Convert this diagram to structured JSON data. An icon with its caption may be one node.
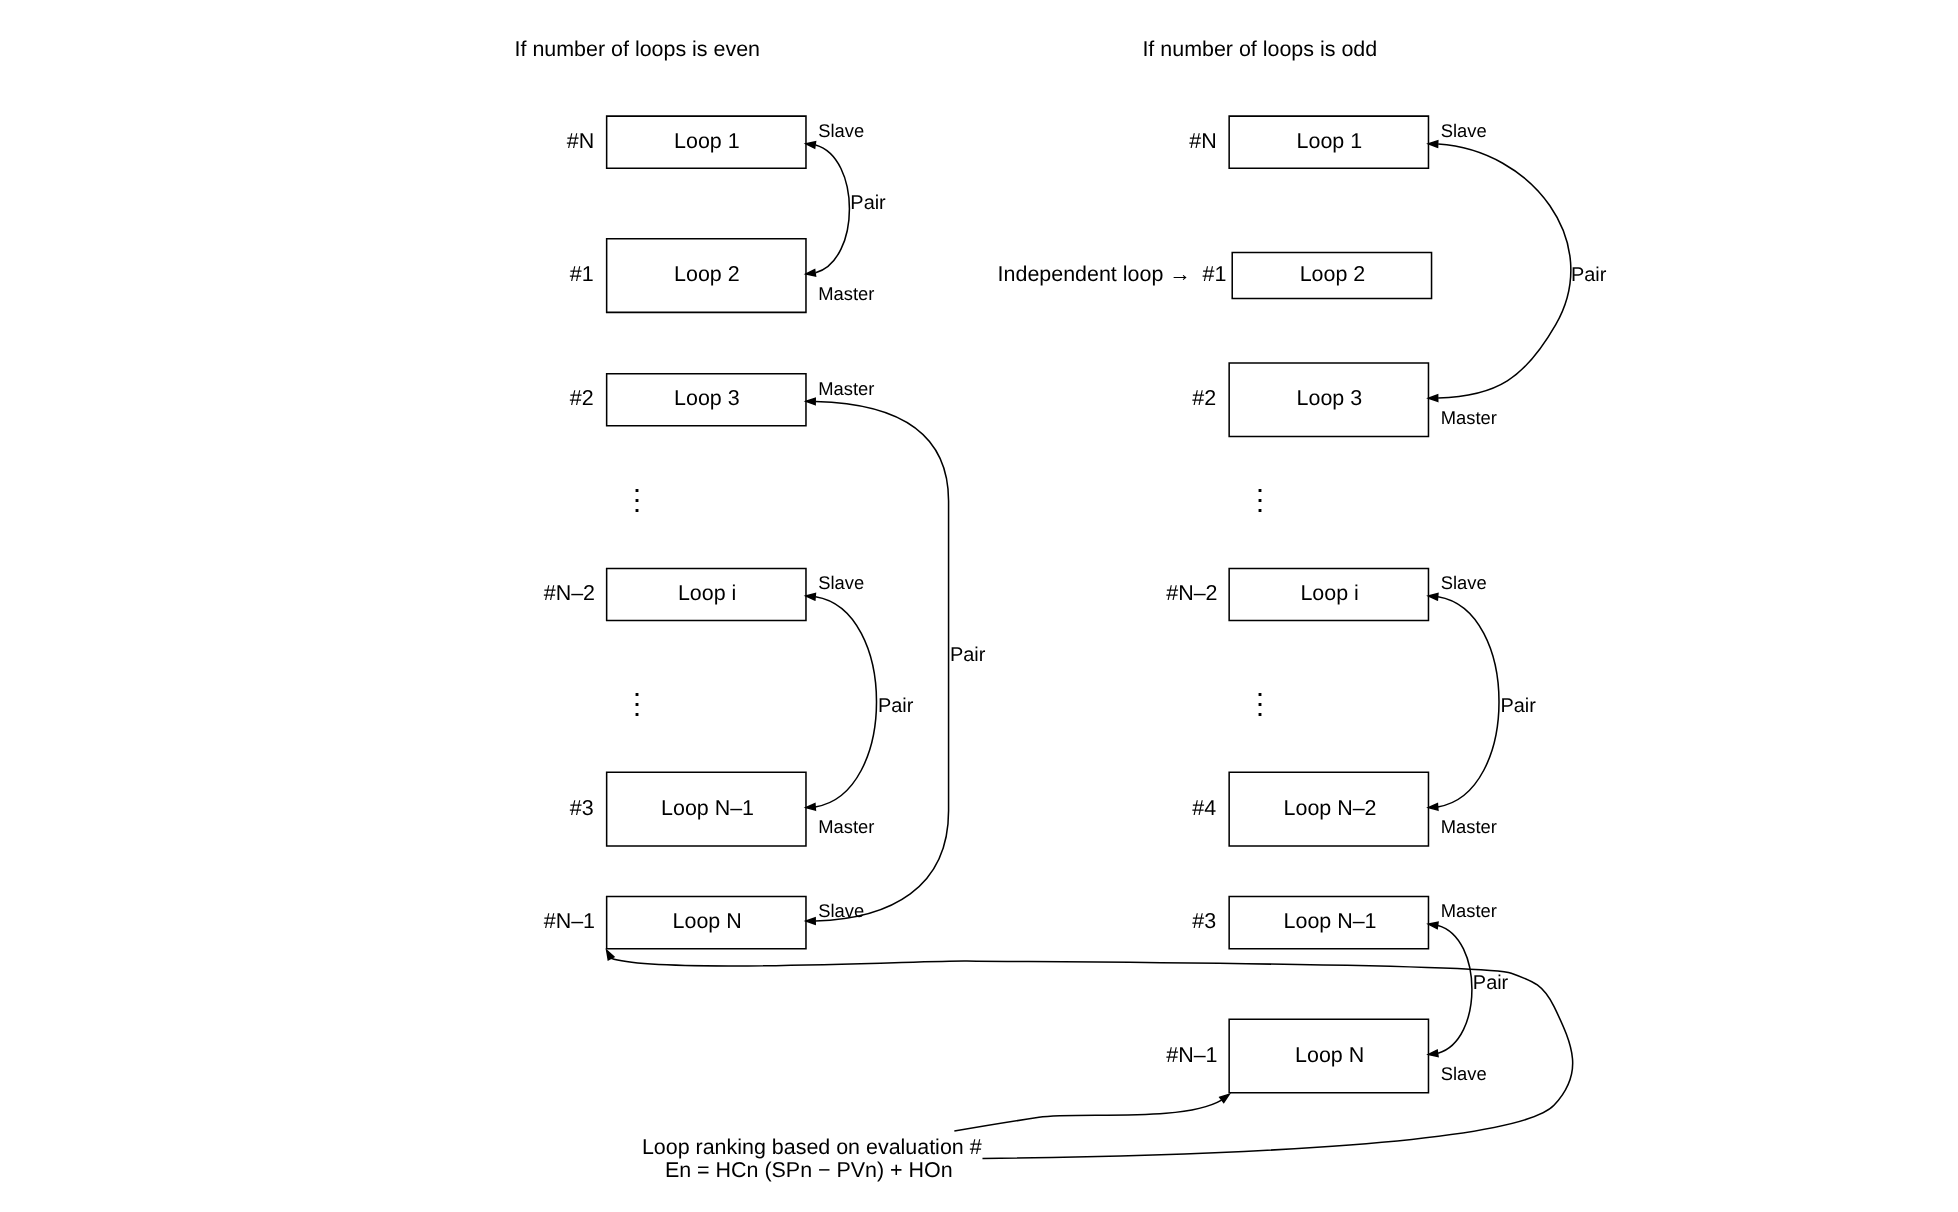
{
  "diagram": {
    "nodes": [
      {
        "text": [
          "Loop 1"
        ],
        "beside": [
          "#N",
          "Slave"
        ]
      },
      {
        "text": [
          "Loop 2"
        ],
        "beside": [
          "#1",
          "Master"
        ]
      },
      {
        "text": [
          "Loop 3"
        ],
        "beside": [
          "#2",
          "Master"
        ]
      },
      {
        "text": [
          "Loop i"
        ],
        "beside": [
          "#N–2",
          "Slave"
        ]
      },
      {
        "text": [
          "Loop N–1"
        ],
        "beside": [
          "#3",
          "Master"
        ]
      },
      {
        "text": [
          "Loop N"
        ],
        "beside": [
          "#N–1",
          "Slave"
        ]
      },
      {
        "text": [
          "Loop 1"
        ],
        "beside": [
          "#N",
          "Slave"
        ]
      },
      {
        "text": [
          "Loop 2"
        ],
        "beside": [
          "Independent loop →",
          "#1"
        ]
      },
      {
        "text": [
          "Loop 3"
        ],
        "beside": [
          "#2",
          "Master"
        ]
      },
      {
        "text": [
          "Loop i"
        ],
        "beside": [
          "#N–2",
          "Slave"
        ]
      },
      {
        "text": [
          "Loop N–2"
        ],
        "beside": [
          "#4",
          "Master"
        ]
      },
      {
        "text": [
          "Loop N–1"
        ],
        "beside": [
          "#3",
          "Master"
        ]
      },
      {
        "text": [
          "Loop N"
        ],
        "beside": [
          "#N–1",
          "Slave"
        ]
      },
      {
        "text": [
          "Loop ranking based on evaluation #",
          "En = HCn (SPn − PVn) + HOn"
        ]
      }
    ],
    "edges": [
      {
        "from": 0,
        "to": 1,
        "arrow": "both",
        "label": "Pair"
      },
      {
        "from": 2,
        "to": 5,
        "arrow": "both",
        "label": "Pair"
      },
      {
        "from": 3,
        "to": 4,
        "arrow": "both",
        "label": "Pair"
      },
      {
        "from": 6,
        "to": 8,
        "arrow": "both",
        "label": "Pair"
      },
      {
        "from": 9,
        "to": 10,
        "arrow": "both",
        "label": "Pair"
      },
      {
        "from": 11,
        "to": 12,
        "arrow": "both",
        "label": "Pair"
      },
      {
        "from": 13,
        "to": 5,
        "arrow": "to"
      },
      {
        "from": 13,
        "to": 12,
        "arrow": "to"
      }
    ],
    "labels": [
      "If number of loops is even",
      "If number of loops is odd",
      "⋮",
      "⋮",
      "⋮",
      "⋮"
    ]
  }
}
